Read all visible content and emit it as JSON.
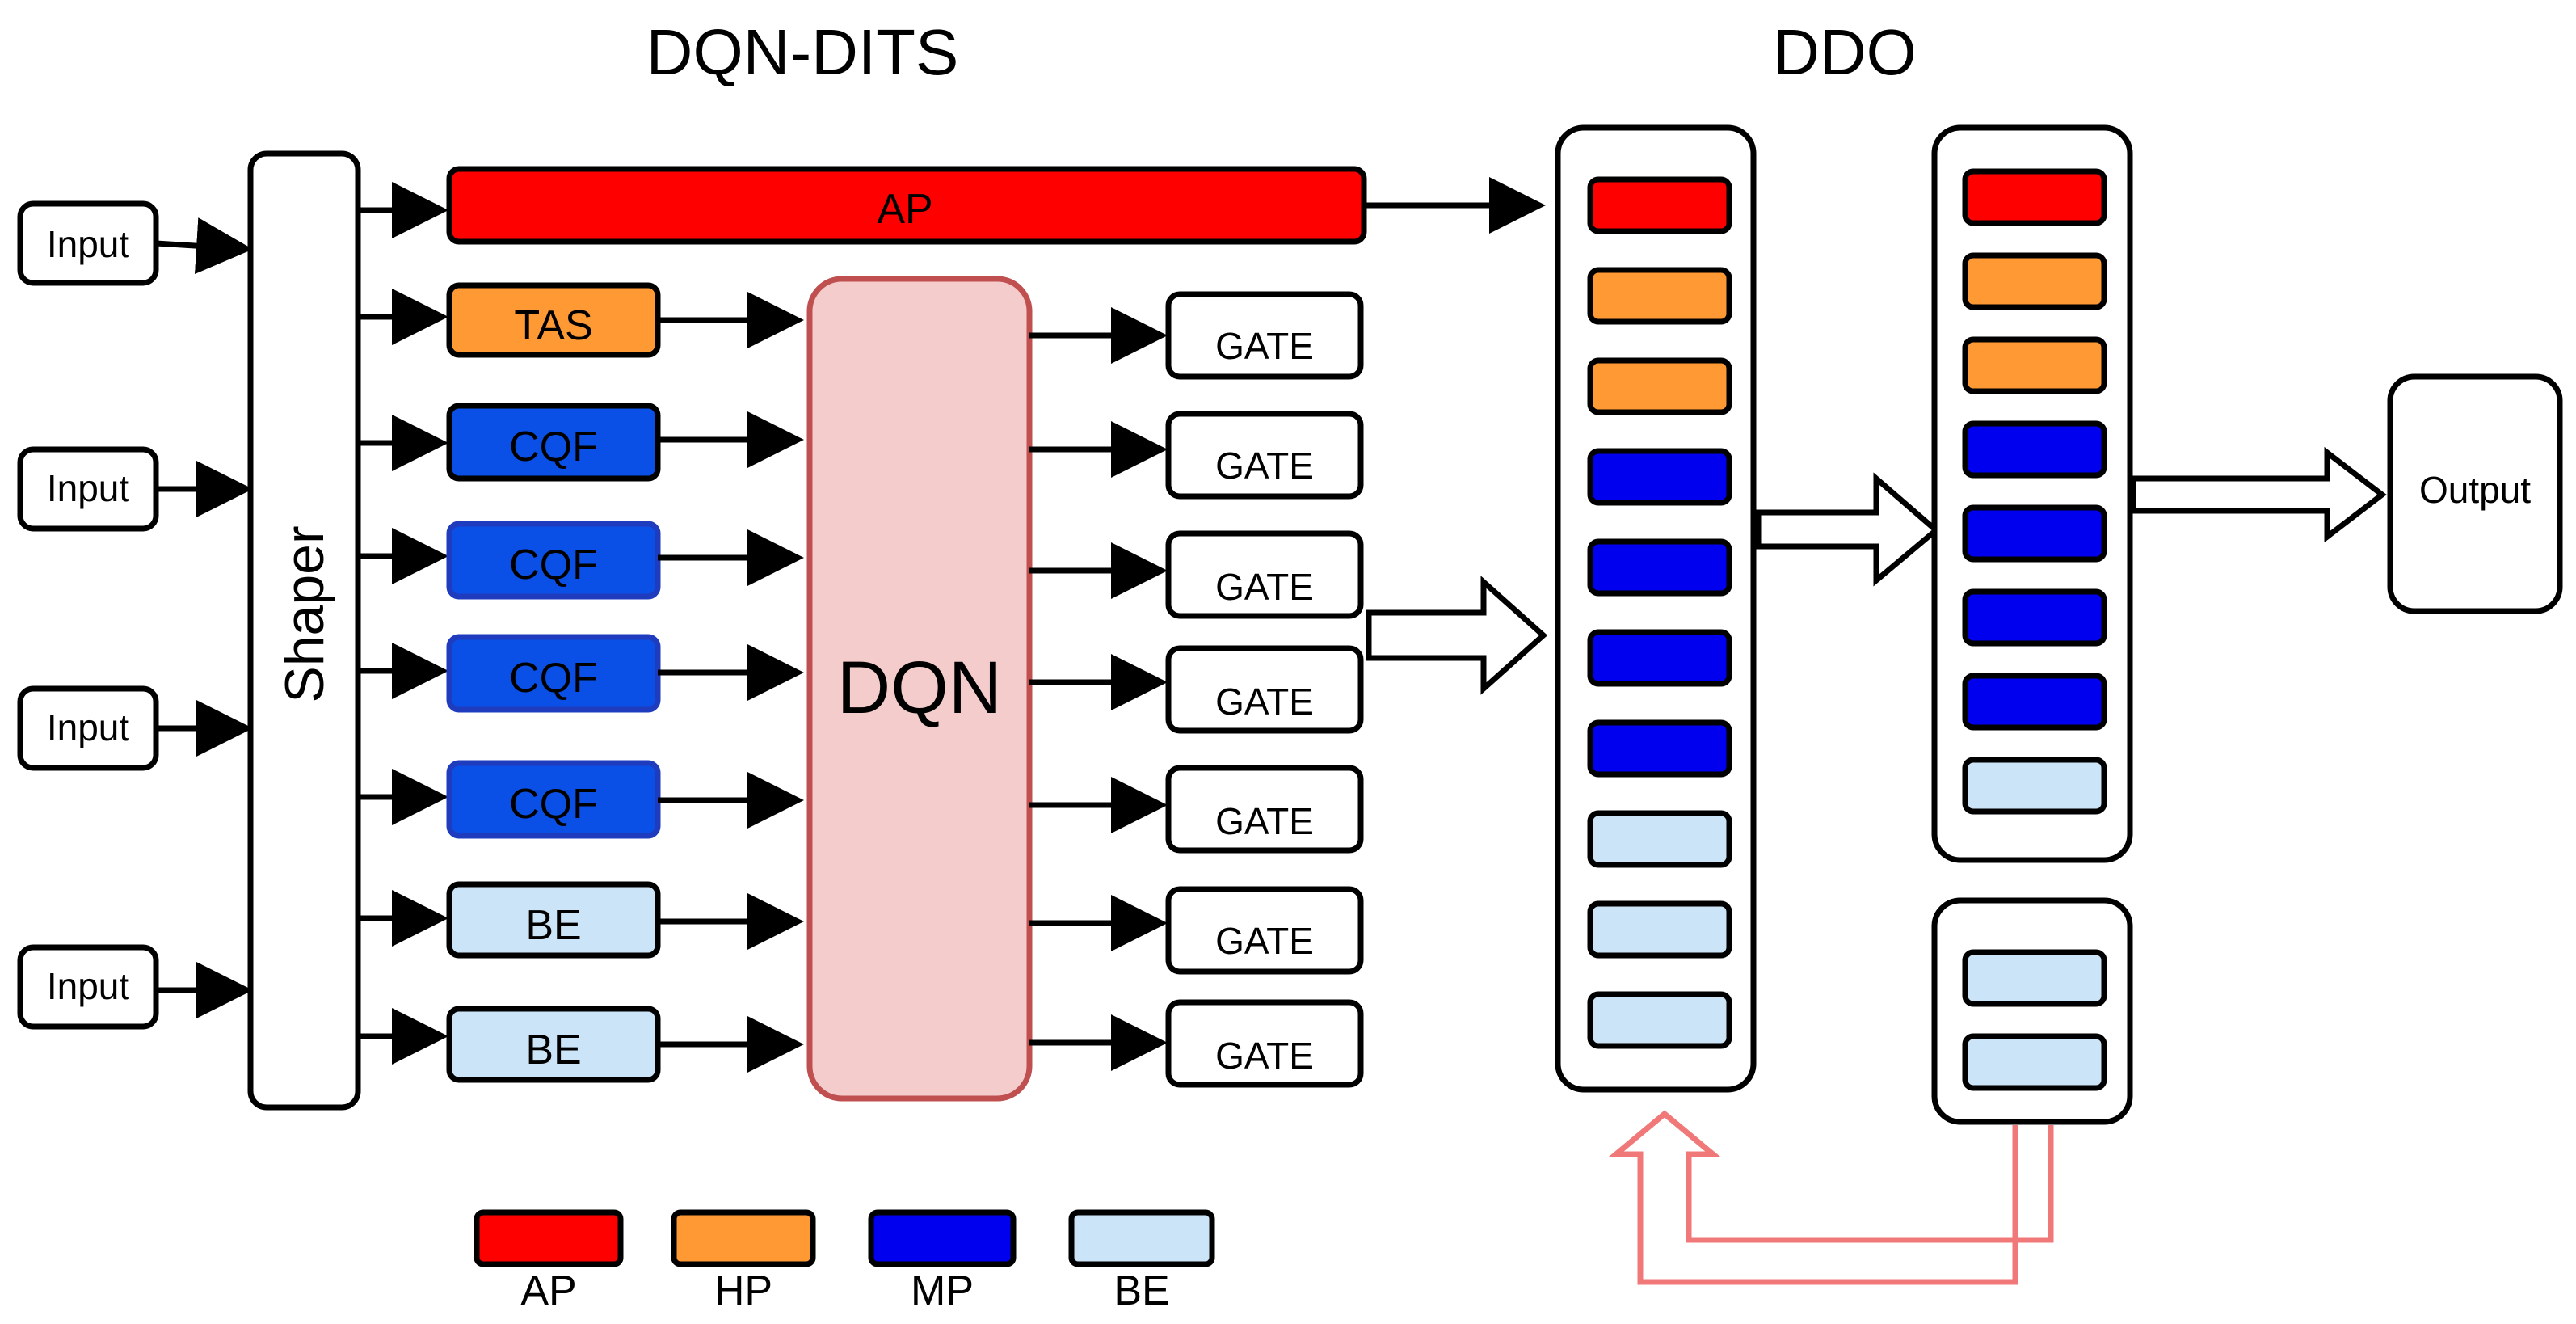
{
  "titles": {
    "left": "DQN-DITS",
    "right": "DDO"
  },
  "inputs": [
    "Input",
    "Input",
    "Input",
    "Input"
  ],
  "shaper_label": "Shaper",
  "ap_bar_label": "AP",
  "queues": [
    {
      "label": "TAS",
      "class": "HP"
    },
    {
      "label": "CQF",
      "class": "MP"
    },
    {
      "label": "CQF",
      "class": "MP"
    },
    {
      "label": "CQF",
      "class": "MP"
    },
    {
      "label": "CQF",
      "class": "MP"
    },
    {
      "label": "BE",
      "class": "BE"
    },
    {
      "label": "BE",
      "class": "BE"
    }
  ],
  "dqn_label": "DQN",
  "gates": [
    "GATE",
    "GATE",
    "GATE",
    "GATE",
    "GATE",
    "GATE",
    "GATE"
  ],
  "ddo_queue_1": [
    "AP",
    "HP",
    "HP",
    "MP",
    "MP",
    "MP",
    "MP",
    "BE",
    "BE",
    "BE"
  ],
  "ddo_queue_2": [
    "AP",
    "HP",
    "HP",
    "MP",
    "MP",
    "MP",
    "MP",
    "BE"
  ],
  "ddo_queue_3": [
    "BE",
    "BE"
  ],
  "output_label": "Output",
  "legend": [
    {
      "label": "AP",
      "class": "AP"
    },
    {
      "label": "HP",
      "class": "HP"
    },
    {
      "label": "MP",
      "class": "MP"
    },
    {
      "label": "BE",
      "class": "BE"
    }
  ],
  "colors": {
    "AP": "#ff0000",
    "HP": "#ff9933",
    "MP": "#0000ee",
    "MP_queue": "#0a50e6",
    "BE": "#cce4f7",
    "dqn_fill": "#f5cccc",
    "dqn_stroke": "#c05050",
    "feedback": "#f07878"
  }
}
